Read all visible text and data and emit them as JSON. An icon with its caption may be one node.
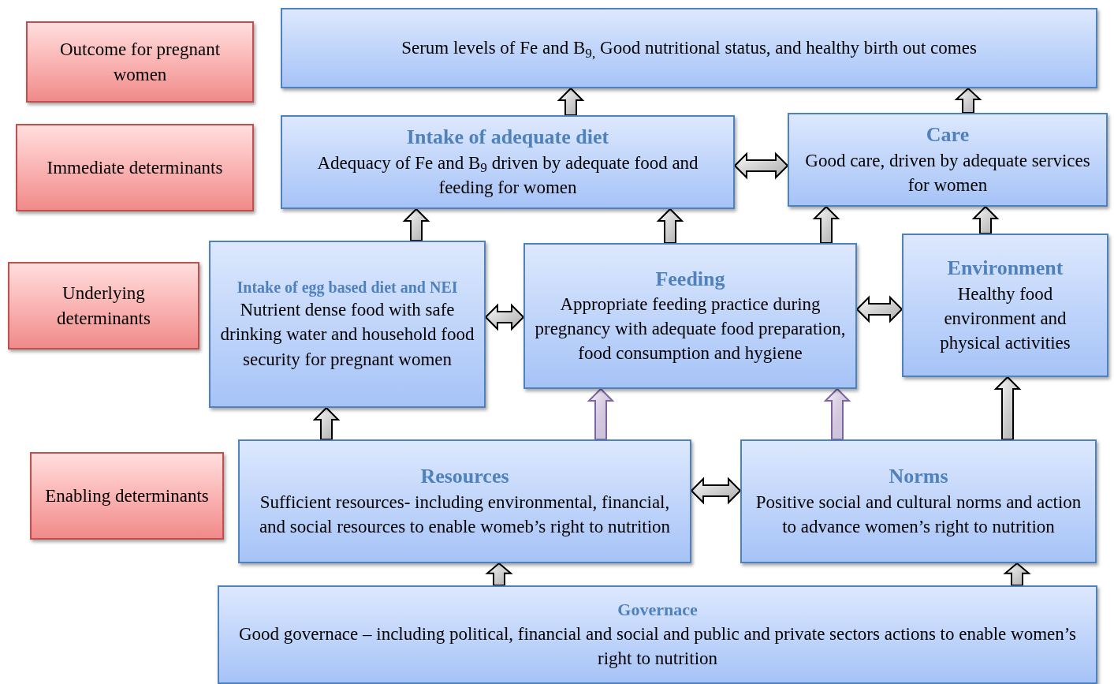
{
  "diagram": {
    "nodes": [
      {
        "text": [
          "Outcome for pregnant women"
        ]
      },
      {
        "text": [
          "Immediate determinants"
        ]
      },
      {
        "text": [
          "Underlying determinants"
        ]
      },
      {
        "text": [
          "Enabling determinants"
        ]
      },
      {
        "text": [
          "Serum levels of Fe and B$_{9,}$ Good nutritional status, and healthy birth out comes"
        ]
      },
      {
        "text": [
          "Intake of adequate diet",
          "Adequacy of Fe and B$_{9}$ driven by adequate food and feeding for women"
        ]
      },
      {
        "text": [
          "Care",
          "Good care, driven by adequate services for women"
        ]
      },
      {
        "text": [
          "Intake of egg based diet and NEI",
          "Nutrient dense food with safe drinking water and household food security for pregnant women"
        ]
      },
      {
        "text": [
          "Feeding",
          "Appropriate feeding practice during pregnancy with adequate food preparation, food consumption and hygiene"
        ]
      },
      {
        "text": [
          "Environment",
          "Healthy food environment and physical activities"
        ]
      },
      {
        "text": [
          "Resources",
          "Sufficient resources- including environmental, financial, and social resources to enable womeb’s right to nutrition"
        ]
      },
      {
        "text": [
          "Norms",
          "Positive social and cultural norms and action to advance women’s right to nutrition"
        ]
      },
      {
        "text": [
          "Governace",
          "Good governace – including political, financial and social and public and private sectors actions to enable women’s right to nutrition"
        ]
      }
    ],
    "edges": [
      {
        "from": 5,
        "to": 4,
        "arrow": "to"
      },
      {
        "from": 6,
        "to": 4,
        "arrow": "to"
      },
      {
        "from": 5,
        "to": 6,
        "arrow": "both"
      },
      {
        "from": 7,
        "to": 5,
        "arrow": "to"
      },
      {
        "from": 8,
        "to": 5,
        "arrow": "to"
      },
      {
        "from": 8,
        "to": 6,
        "arrow": "to"
      },
      {
        "from": 9,
        "to": 6,
        "arrow": "to"
      },
      {
        "from": 7,
        "to": 8,
        "arrow": "both"
      },
      {
        "from": 8,
        "to": 9,
        "arrow": "both"
      },
      {
        "from": 10,
        "to": 7,
        "arrow": "to"
      },
      {
        "from": 10,
        "to": 8,
        "arrow": "to",
        "color": "#8064a2"
      },
      {
        "from": 11,
        "to": 8,
        "arrow": "to",
        "color": "#8064a2"
      },
      {
        "from": 11,
        "to": 9,
        "arrow": "to"
      },
      {
        "from": 10,
        "to": 11,
        "arrow": "both"
      },
      {
        "from": 12,
        "to": 10,
        "arrow": "to"
      },
      {
        "from": 12,
        "to": 11,
        "arrow": "to"
      }
    ]
  }
}
